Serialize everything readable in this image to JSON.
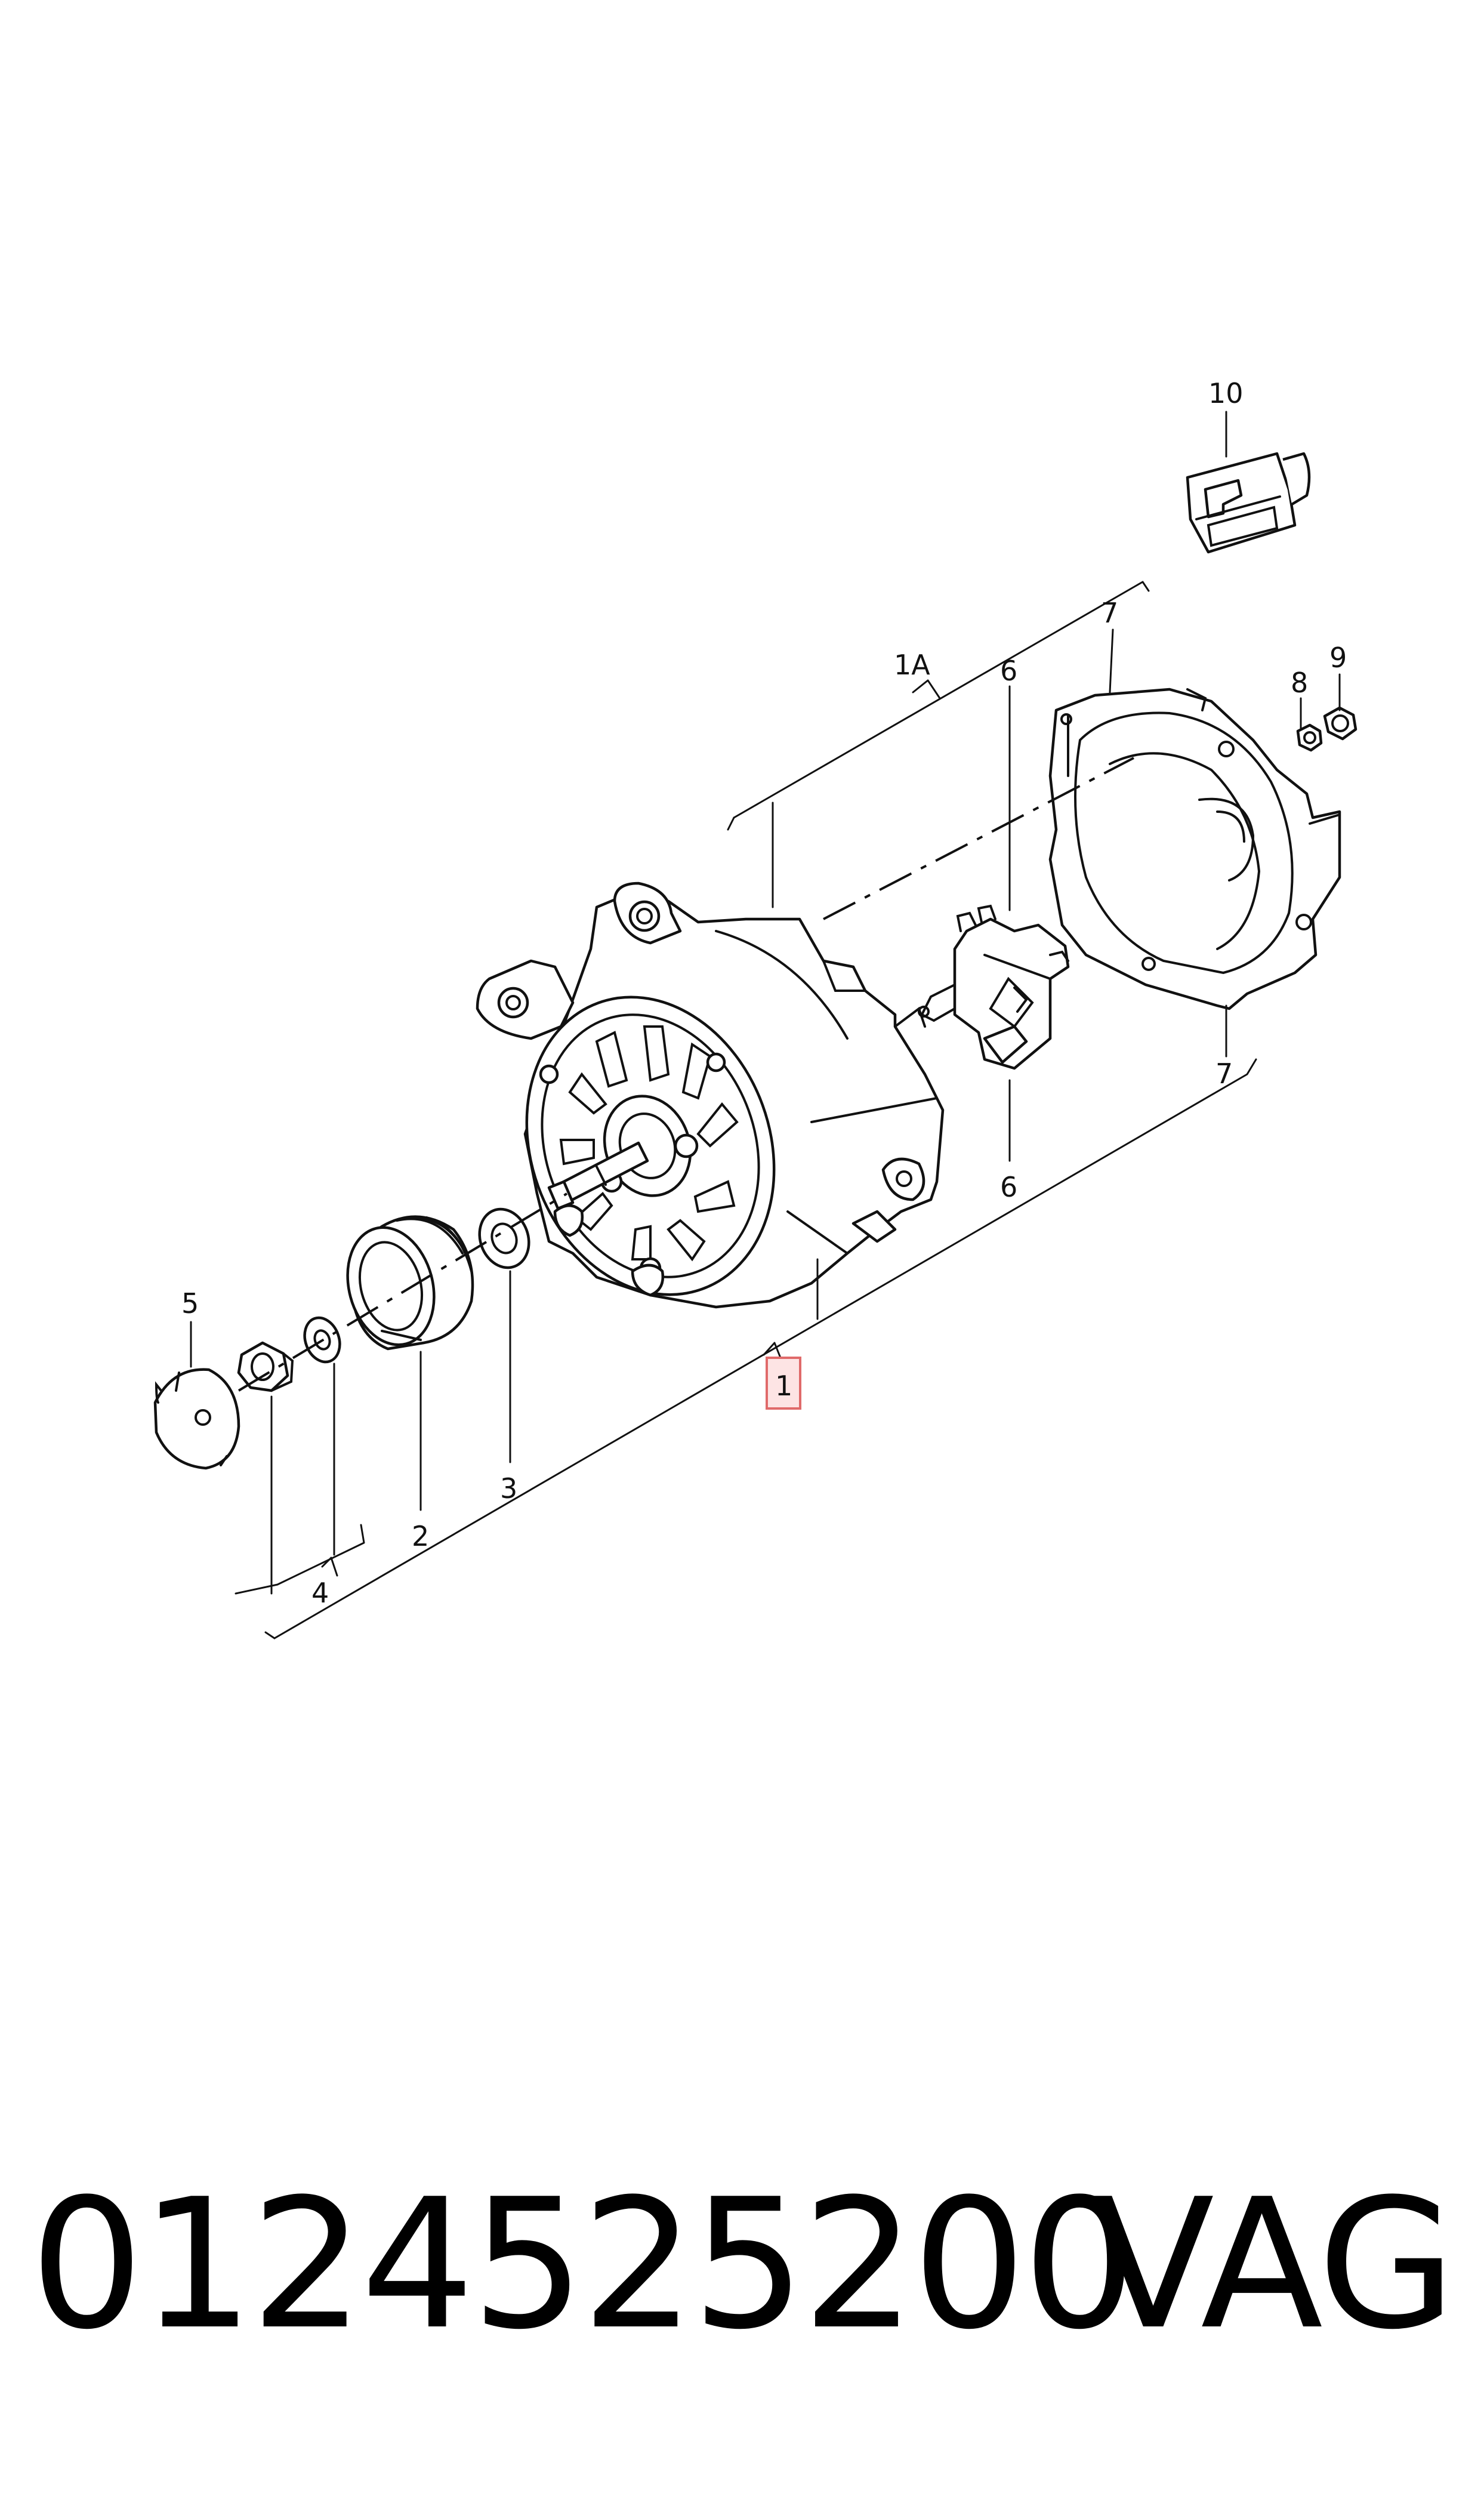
{
  "diagram": {
    "callouts": {
      "c1": "1",
      "c1a": "1A",
      "c2": "2",
      "c3": "3",
      "c4": "4",
      "c5": "5",
      "c6_top": "6",
      "c6_bottom": "6",
      "c7_top": "7",
      "c7_bottom": "7",
      "c8": "8",
      "c9": "9",
      "c10": "10"
    },
    "highlight_color": "#e06a6a"
  },
  "footer": {
    "part_number": "0124525200",
    "brand": "VAG"
  }
}
